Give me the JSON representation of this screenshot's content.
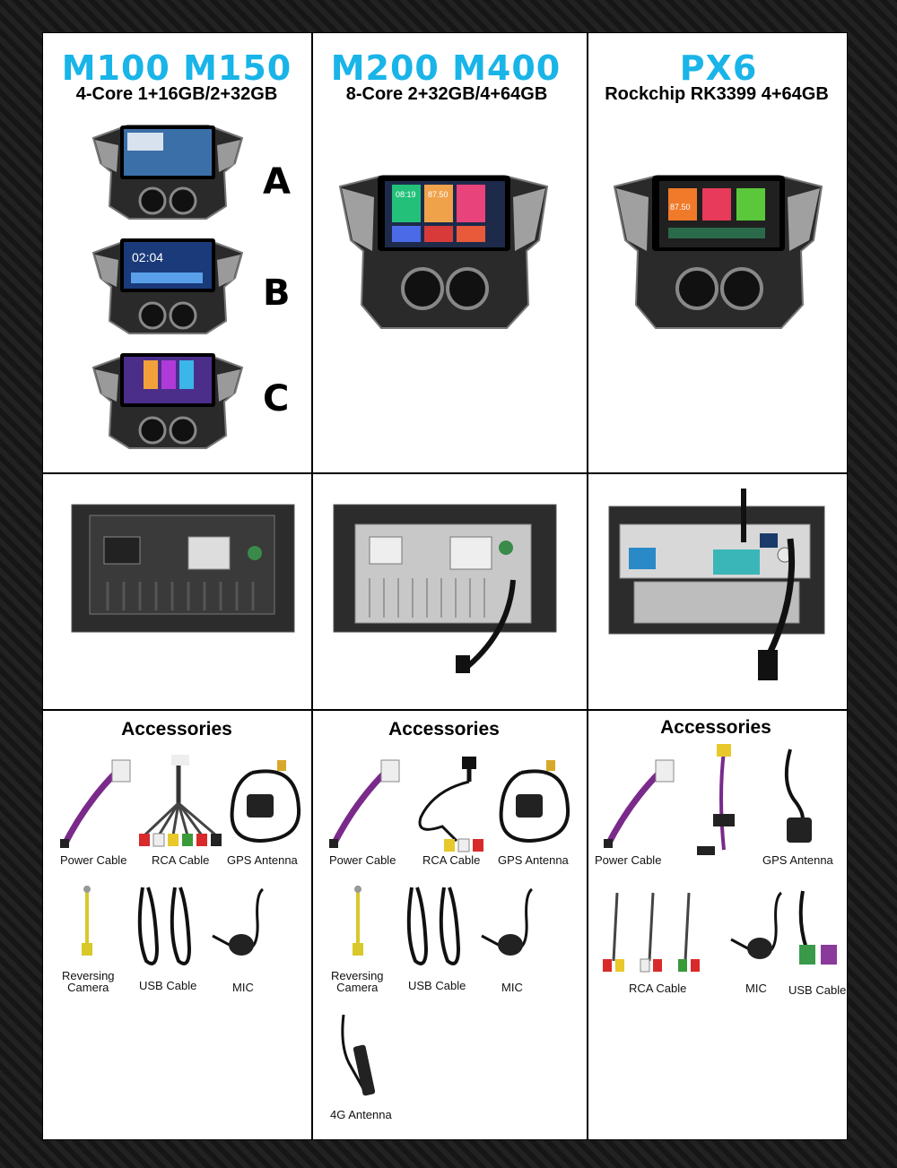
{
  "columns": [
    {
      "model": "M100 M150",
      "spec": "4-Core 1+16GB/2+32GB",
      "variants": [
        "A",
        "B",
        "C"
      ]
    },
    {
      "model": "M200 M400",
      "spec": "8-Core 2+32GB/4+64GB"
    },
    {
      "model": "PX6",
      "spec": "Rockchip RK3399 4+64GB"
    }
  ],
  "screens": {
    "b_time": "02:04",
    "m200_tiles": [
      "08:19",
      "87.50"
    ],
    "px6_tile": "87.50"
  },
  "accessories": [
    {
      "title": "Accessories",
      "items": [
        "Power Cable",
        "RCA Cable",
        "GPS Antenna",
        "Reversing\nCamera",
        "USB Cable",
        "MIC"
      ]
    },
    {
      "title": "Accessories",
      "items": [
        "Power Cable",
        "RCA Cable",
        "GPS Antenna",
        "Reversing\nCamera",
        "USB Cable",
        "MIC",
        "4G Antenna"
      ]
    },
    {
      "title": "Accessories",
      "items": [
        "Power Cable",
        "GPS Antenna",
        "RCA Cable",
        "MIC",
        "USB Cable"
      ]
    }
  ],
  "colors": {
    "model_blue": "#19b4e8",
    "border": "#000000",
    "background": "#1b1b1b"
  }
}
